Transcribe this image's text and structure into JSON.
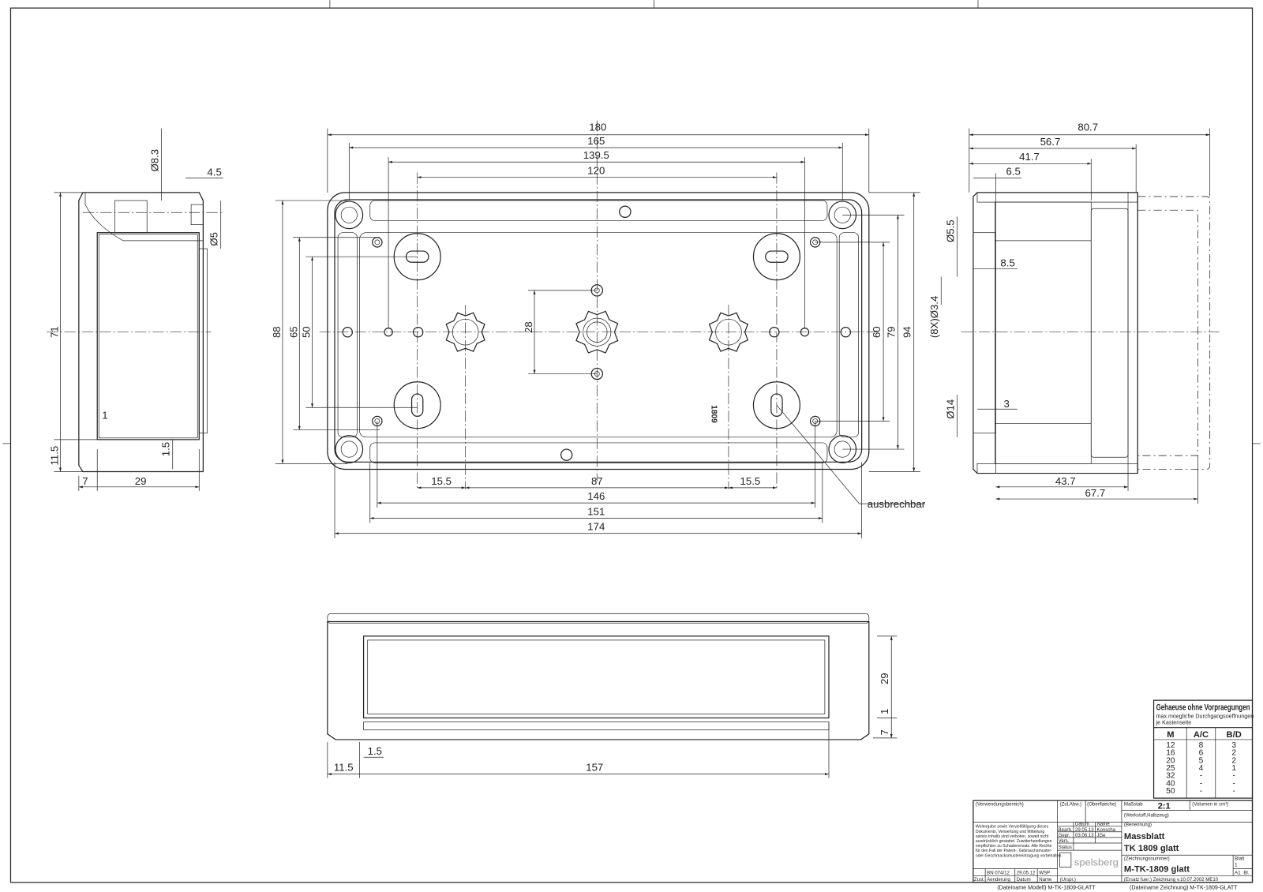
{
  "top_view": {
    "d180": "180",
    "d165": "165",
    "d139_5": "139.5",
    "d120": "120",
    "d88": "88",
    "d65": "65",
    "d50": "50",
    "d28": "28",
    "d60": "60",
    "d79": "79",
    "d94": "94",
    "d15_5_left": "15.5",
    "d87": "87",
    "d15_5_right": "15.5",
    "d146": "146",
    "d151": "151",
    "d174": "174",
    "ausbrechbar": "ausbrechbar",
    "part_marking": "1809"
  },
  "left_view": {
    "d_dia8_3": "Ø8.3",
    "d4_5": "4.5",
    "d_dia5": "Ø5",
    "d71": "71",
    "d1": "1",
    "d1_5": "1.5",
    "d11_5": "11.5",
    "d7": "7",
    "d29": "29"
  },
  "right_view": {
    "d80_7": "80.7",
    "d56_7": "56.7",
    "d41_7": "41.7",
    "d6_5": "6.5",
    "d_dia5_5": "Ø5.5",
    "d8_5": "8.5",
    "d_8x_dia3_4": "(8X)Ø3.4",
    "d_dia14": "Ø14",
    "d3": "3",
    "d43_7": "43.7",
    "d67_7": "67.7"
  },
  "bottom_view": {
    "d29": "29",
    "d1": "1",
    "d7": "7",
    "d1_5": "1.5",
    "d11_5": "11.5",
    "d157": "157"
  },
  "knockout_table": {
    "title": "Gehaeuse ohne Vorpraegungen",
    "subtitle_1": "max.moegliche Durchgangsoeffnungen",
    "subtitle_2": "je Kastenseite",
    "columns": [
      "M",
      "A/C",
      "B/D"
    ],
    "rows": [
      [
        "12",
        "8",
        "3"
      ],
      [
        "16",
        "6",
        "2"
      ],
      [
        "20",
        "5",
        "2"
      ],
      [
        "25",
        "4",
        "1"
      ],
      [
        "32",
        "-",
        "-"
      ],
      [
        "40",
        "-",
        "-"
      ],
      [
        "50",
        "-",
        "-"
      ]
    ]
  },
  "title_block": {
    "verwendungsbereich": "(Verwendungsbereich)",
    "zul_abw": "(Zul.Abw.)",
    "oberflaeche": "(Oberflaeche)",
    "massstab_label": "Maßstab",
    "massstab": "2:1",
    "volumen": "(Volumen in cm³)",
    "werkstoff": "(Werkstoff,Halbzeug)",
    "disclaimer": [
      "Weitergabe sowie Vervielfältigung dieses",
      "Dokuments, Verwertung und Mitteilung",
      "seines Inhalts sind verboten, soweit nicht",
      "ausdrücklich gestattet. Zuwiderhandlungen",
      "verpflichten zu Schadenersatz. Alle Rechte",
      "für den Fall der Patent-, Gebrauchsmuster-",
      "oder Geschmacksmustereintragung vorbehalten."
    ],
    "datum_header": "Datum",
    "name_header": "Name",
    "bearb": "Bearb.",
    "bearb_datum": "29.05.13",
    "bearb_name": "Konscha",
    "gepr": "Gepr.",
    "gepr_datum": "03.06.13",
    "gepr_name": "JGe",
    "vers": "Vers.",
    "status": "Status",
    "benennung_label": "(Benennung)",
    "benennung_1": "Massblatt",
    "benennung_2": "TK 1809 glatt",
    "zeichnungsnummer_label": "(Zeichnungsnummer)",
    "zeichnungsnummer": "M-TK-1809 glatt",
    "blatt_label": "Blatt",
    "blatt": "1",
    "format": "A1",
    "bl": "Bl.",
    "logo": "spelsberg",
    "rev_change": "BN 074/12",
    "rev_date": "29.05.12",
    "rev_name": "WSP",
    "zust": "Zust.",
    "aenderung": "Aenderung",
    "datum": "Datum",
    "name": "Name",
    "urspr": "(Urspr.)",
    "ersatz": "(Ersatz fuer:) Zeichnung v.10.07.2002 ME10",
    "file_model": "(Dateiname Modell) M-TK-1809-GLATT",
    "file_drawing": "(Dateiname Zeichnung) M-TK-1809-GLATT"
  }
}
